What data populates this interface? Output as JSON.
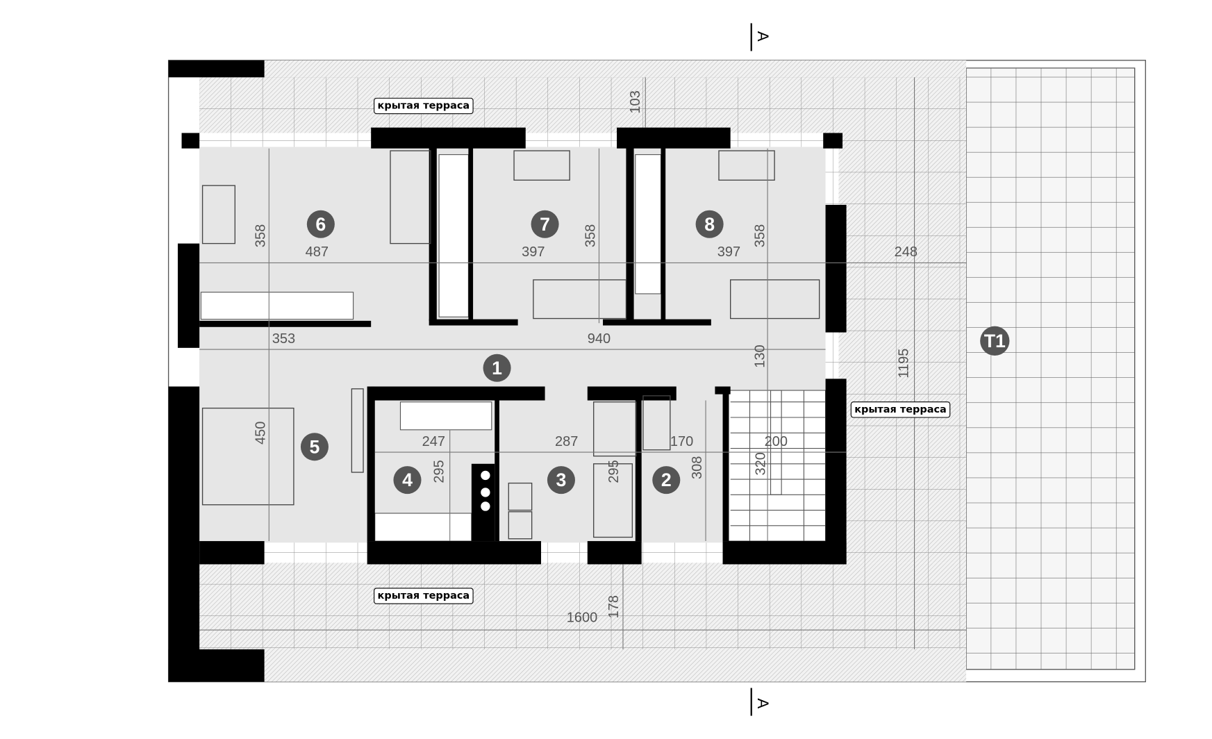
{
  "terrace_labels": [
    "крытая терраса",
    "крытая терраса",
    "крытая терраса"
  ],
  "rooms": [
    "1",
    "2",
    "3",
    "4",
    "5",
    "6",
    "7",
    "8"
  ],
  "terrace_id": "T1",
  "section_marks": [
    "A",
    "A"
  ],
  "dimensions": {
    "top_terrace_depth": "103",
    "room6_width": "487",
    "room6_depth": "358",
    "room7_width": "397",
    "room7_depth": "358",
    "room8_width": "397",
    "room8_depth": "358",
    "side_terrace_width": "248",
    "room5_width": "353",
    "hall_width": "940",
    "hall_depth": "130",
    "total_depth": "1195",
    "room4_width": "247",
    "room4_depth": "295",
    "room3_width": "287",
    "room3_depth": "295",
    "room2_width": "170",
    "room2_depth": "308",
    "stairs_width": "200",
    "stairs_depth": "320",
    "room5_depth": "450",
    "total_width": "1600",
    "bottom_terrace_depth": "178"
  },
  "colors": {
    "wall": "#000000",
    "floor": "#e6e6e6",
    "badge": "#555555"
  }
}
